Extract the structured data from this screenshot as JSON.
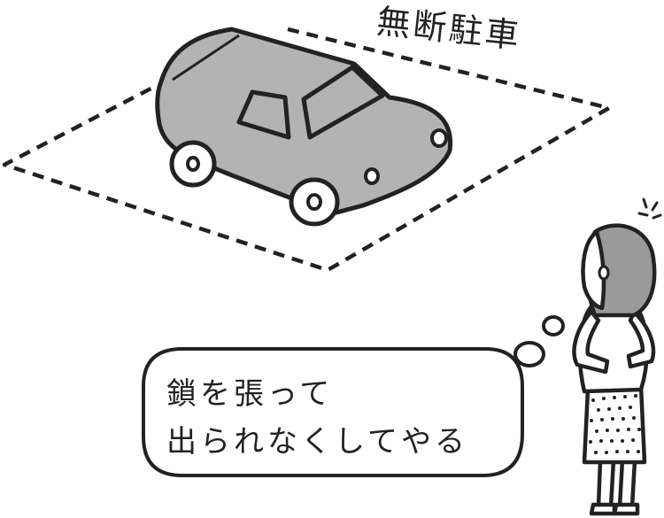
{
  "sign": {
    "text": "無断駐車"
  },
  "thought": {
    "line1": "鎖を張って",
    "line2": "出られなくしてやる"
  },
  "colors": {
    "ink": "#222222",
    "car_body": "#b3b3b3",
    "hair": "#9a9a9a",
    "paper": "#ffffff"
  }
}
